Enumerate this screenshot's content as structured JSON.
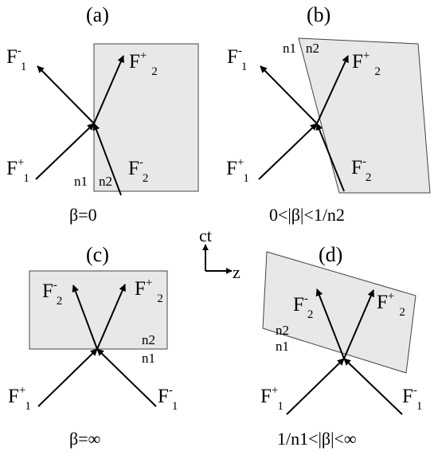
{
  "panels": {
    "a": {
      "label": "(a)",
      "caption": "β=0",
      "materials": [
        "n1",
        "n2"
      ],
      "fields": [
        {
          "base": "F",
          "sup": "-",
          "sub": "1"
        },
        {
          "base": "F",
          "sup": "+",
          "sub": "2"
        },
        {
          "base": "F",
          "sup": "+",
          "sub": "1"
        },
        {
          "base": "F",
          "sup": "-",
          "sub": "2"
        }
      ]
    },
    "b": {
      "label": "(b)",
      "caption": "0<|β|<1/n2",
      "materials": [
        "n1",
        "n2"
      ],
      "fields": [
        {
          "base": "F",
          "sup": "-",
          "sub": "1"
        },
        {
          "base": "F",
          "sup": "+",
          "sub": "2"
        },
        {
          "base": "F",
          "sup": "+",
          "sub": "1"
        },
        {
          "base": "F",
          "sup": "-",
          "sub": "2"
        }
      ]
    },
    "c": {
      "label": "(c)",
      "caption": "β=∞",
      "materials": [
        "n2",
        "n1"
      ],
      "fields": [
        {
          "base": "F",
          "sup": "-",
          "sub": "2"
        },
        {
          "base": "F",
          "sup": "+",
          "sub": "2"
        },
        {
          "base": "F",
          "sup": "+",
          "sub": "1"
        },
        {
          "base": "F",
          "sup": "-",
          "sub": "1"
        }
      ]
    },
    "d": {
      "label": "(d)",
      "caption": "1/n1<|β|<∞",
      "materials": [
        "n2",
        "n1"
      ],
      "fields": [
        {
          "base": "F",
          "sup": "-",
          "sub": "2"
        },
        {
          "base": "F",
          "sup": "+",
          "sub": "2"
        },
        {
          "base": "F",
          "sup": "+",
          "sub": "1"
        },
        {
          "base": "F",
          "sup": "-",
          "sub": "1"
        }
      ]
    }
  },
  "axes": {
    "vertical": "ct",
    "horizontal": "z"
  }
}
